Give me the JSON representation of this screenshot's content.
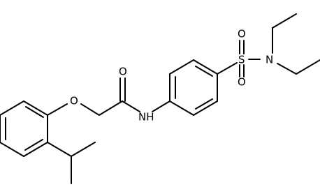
{
  "molecule": {
    "atom_labels": {
      "o_ether": "O",
      "o_carbonyl": "O",
      "nh": "NH",
      "s": "S",
      "o_sulfonyl_top": "O",
      "o_sulfonyl_bottom": "O",
      "n_amine": "N"
    }
  }
}
